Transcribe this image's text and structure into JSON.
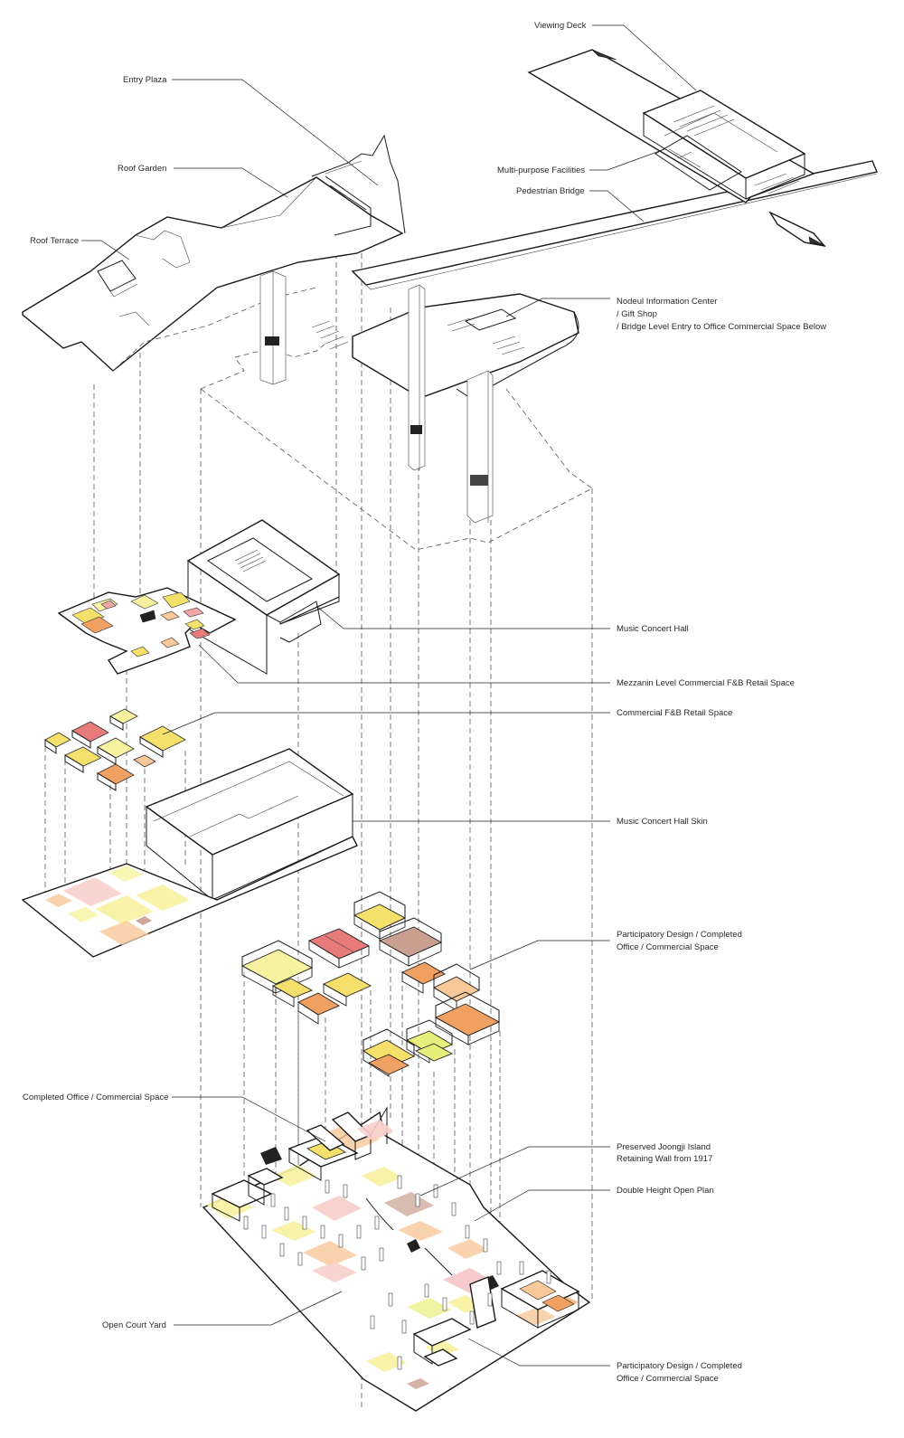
{
  "labels": {
    "viewing_deck": "Viewing Deck",
    "entry_plaza": "Entry Plaza",
    "roof_garden": "Roof Garden",
    "roof_terrace": "Roof Terrace",
    "multipurpose": "Multi-purpose Facilities",
    "pedestrian_bridge": "Pedestrian Bridge",
    "nodeul_1": "Nodeul Information Center",
    "nodeul_2": "/ Gift Shop",
    "nodeul_3": "/ Bridge Level Entry to Office Commercial Space Below",
    "music_hall": "Music Concert Hall",
    "mezzanine": "Mezzanin Level Commercial F&B Retail Space",
    "commercial_fb": "Commercial F&B Retail Space",
    "music_hall_skin": "Music Concert Hall Skin",
    "participatory_1_a": "Participatory Design / Completed",
    "participatory_1_b": "Office / Commercial Space",
    "completed_office": "Completed Office / Commercial Space",
    "preserved_1": "Preserved Joongji Island",
    "preserved_2": "Retaining Wall from 1917",
    "double_height": "Double Height Open Plan",
    "open_court": "Open Court Yard",
    "participatory_2_a": "Participatory Design / Completed",
    "participatory_2_b": "Office / Commercial Space"
  },
  "colors": {
    "yellow_light": "#f7f2a0",
    "yellow": "#f4e06a",
    "orange": "#f0a060",
    "orange_light": "#f8c89a",
    "pink": "#f2a8a8",
    "pink_light": "#f8d0cc",
    "red": "#e87a7a",
    "brown": "#c9a090",
    "lime": "#e8ee7a"
  }
}
